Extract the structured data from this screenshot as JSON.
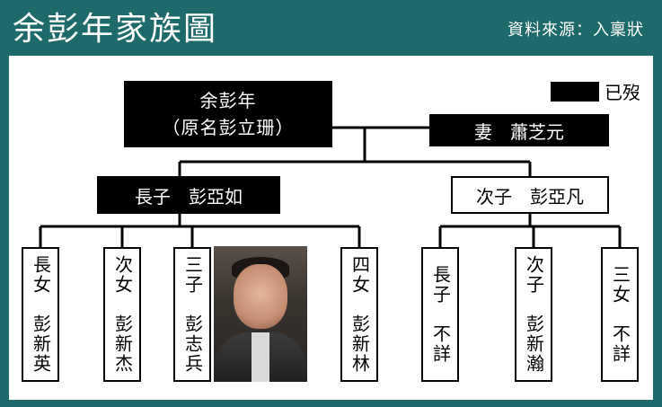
{
  "header": {
    "title": "余彭年家族圖",
    "source": "資料來源：入稟狀"
  },
  "legend": {
    "label": "已歿",
    "swatch_color": "#000000"
  },
  "colors": {
    "frame": "#1e6a6a",
    "deceased_fill": "#000000",
    "living_fill": "#ffffff"
  },
  "tree": {
    "patriarch": {
      "name": "余彭年",
      "note": "（原名彭立珊）"
    },
    "spouse": "妻　蕭芝元",
    "sons": [
      {
        "label": "長子　彭亞如",
        "deceased": true
      },
      {
        "label": "次子　彭亞凡",
        "deceased": false
      }
    ],
    "grandchildren_of_eldest": [
      {
        "label": "長女　彭新英"
      },
      {
        "label": "次女　彭新杰"
      },
      {
        "label": "三子　彭志兵"
      },
      {
        "label": "四女　彭新林"
      }
    ],
    "grandchildren_of_second": [
      {
        "label": "長子　不詳"
      },
      {
        "label": "次子　彭新瀚"
      },
      {
        "label": "三女　不詳"
      }
    ]
  },
  "photo": {
    "icon": "portrait-photo"
  }
}
